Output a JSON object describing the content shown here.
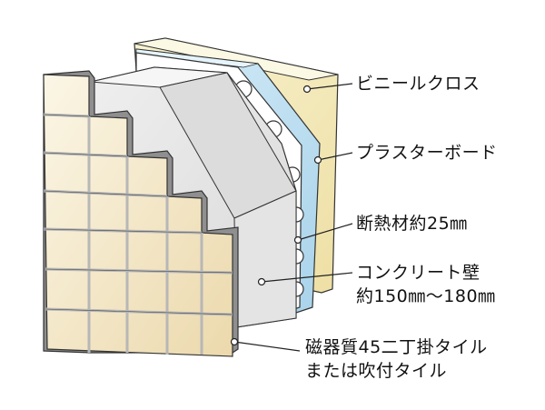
{
  "labels": {
    "vinyl_cloth": "ビニールクロス",
    "plasterboard": "プラスターボード",
    "insulation": "断熱材約25㎜",
    "concrete_line1": "コンクリート壁",
    "concrete_line2": "約150㎜～180㎜",
    "tile_line1": "磁器質45二丁掛タイル",
    "tile_line2": "または吹付タイル"
  },
  "colors": {
    "vinyl_cloth": "#f5efc2",
    "plasterboard_face": "#c6e3f2",
    "insulation_edge": "#ffffff",
    "concrete": "#e6e6e6",
    "concrete_dark": "#8f8f8f",
    "tile": "#f4e9cf",
    "leader": "#222222"
  },
  "icons": [
    "leader-dot"
  ]
}
